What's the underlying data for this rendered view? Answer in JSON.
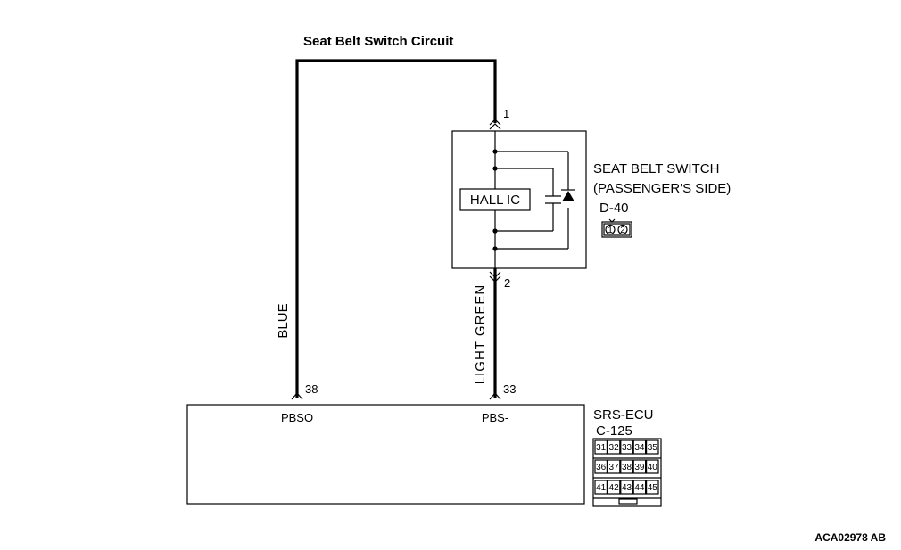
{
  "title": "Seat Belt Switch Circuit",
  "wires": {
    "left_color": "BLUE",
    "right_color": "LIGHT GREEN"
  },
  "switch": {
    "name_line1": "SEAT BELT SWITCH",
    "name_line2": "(PASSENGER'S SIDE)",
    "connector": "D-40",
    "connector_pins": [
      "1",
      "2"
    ],
    "hall_ic_label": "HALL IC",
    "pin_top": "1",
    "pin_bottom": "2"
  },
  "ecu": {
    "name": "SRS-ECU",
    "connector": "C-125",
    "pin_left": "38",
    "pin_right": "33",
    "terminal_left": "PBSO",
    "terminal_right": "PBS-",
    "connector_pins": [
      [
        "31",
        "32",
        "33",
        "34",
        "35"
      ],
      [
        "36",
        "37",
        "38",
        "39",
        "40"
      ],
      [
        "41",
        "42",
        "43",
        "44",
        "45"
      ]
    ]
  },
  "figure_code": "ACA02978 AB"
}
